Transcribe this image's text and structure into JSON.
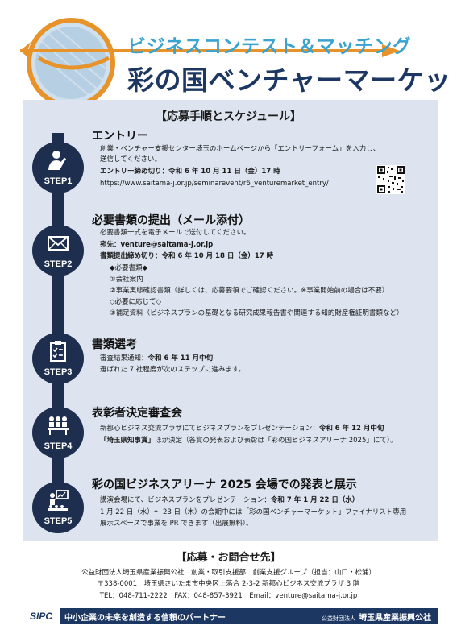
{
  "header": {
    "title_line1": "ビジネスコンテスト＆マッチング",
    "title_line2": "彩の国ベンチャーマーケット"
  },
  "schedule": {
    "heading": "【応募手順とスケジュール】"
  },
  "steps": [
    {
      "label": "STEP1",
      "icon": "person-writing-icon",
      "title": "エントリー",
      "lines": [
        "創業・ベンチャー支援センター埼玉のホームページから「エントリーフォーム」を入力し、",
        "送信してください。"
      ],
      "deadline": "エントリー締め切り：令和 6 年 10 月 11 日（金）17 時",
      "url": "https://www.saitama-j.or.jp/seminarevent/r6_venturemarket_entry/"
    },
    {
      "label": "STEP2",
      "icon": "envelope-icon",
      "title": "必要書類の提出（メール添付）",
      "intro": "必要書類一式を電子メールで送付してください。",
      "to": "宛先：venture@saitama-j.or.jp",
      "deadline": "書類提出締め切り：令和 6 年 10 月 18 日（金）17 時",
      "required_header": "◆必要書類◆",
      "items": [
        "①会社案内",
        "②事業実態確認書類（詳しくは、応募要領でご確認ください。※事業開始前の場合は不要）",
        "◇必要に応じて◇",
        "③補足資料（ビジネスプランの基礎となる研究成果報告書や関連する知的財産権証明書類など）"
      ]
    },
    {
      "label": "STEP3",
      "icon": "clipboard-icon",
      "title": "書類選考",
      "line1_prefix": "審査結果通知：",
      "line1_value": "令和 6 年 11 月中旬",
      "line2": "選ばれた 7 社程度が次のステップに進みます。"
    },
    {
      "label": "STEP4",
      "icon": "audience-icon",
      "title": "表彰者決定審査会",
      "line1_prefix": "新都心ビジネス交流プラザにてビジネスプランをプレゼンテーション：",
      "line1_value": "令和 6 年 12 月中旬",
      "line2_bold": "「埼玉県知事賞」",
      "line2_rest": "ほか決定（各賞の発表および表彰は「彩の国ビジネスアリーナ 2025」にて）。"
    },
    {
      "label": "STEP5",
      "icon": "presenter-icon",
      "title": "彩の国ビジネスアリーナ 2025 会場での発表と展示",
      "line1_prefix": "講演会場にて、ビジネスプランをプレゼンテーション：",
      "line1_value": "令和 7 年 1 月 22 日（水）",
      "line2": "1 月 22 日（水）～ 23 日（木）の会期中には「彩の国ベンチャーマーケット」ファイナリスト専用",
      "line3": "展示スペースで事業を PR できます（出展無料）。"
    }
  ],
  "contact": {
    "heading": "【応募・お問合せ先】",
    "line1": "公益財団法人埼玉県産業振興公社　創業・取引支援部　創業支援グループ（担当：山口・松浦）",
    "line2": "〒338-0001　埼玉県さいたま市中央区上落合 2-3-2 新都心ビジネス交流プラザ 3 階",
    "line3": "TEL：048-711-2222　FAX：048-857-3921　Email：venture@saitama-j.or.jp"
  },
  "footer": {
    "logo": "SIPC",
    "tagline": "中小企業の未来を創造する信頼のパートナー",
    "org_prefix": "公益財団法人",
    "org_name": "埼玉県産業振興公社"
  },
  "colors": {
    "navy": "#1d2e4f",
    "title_blue": "#3aa3cf",
    "orange": "#e8922a",
    "panel": "#dde4ef"
  }
}
